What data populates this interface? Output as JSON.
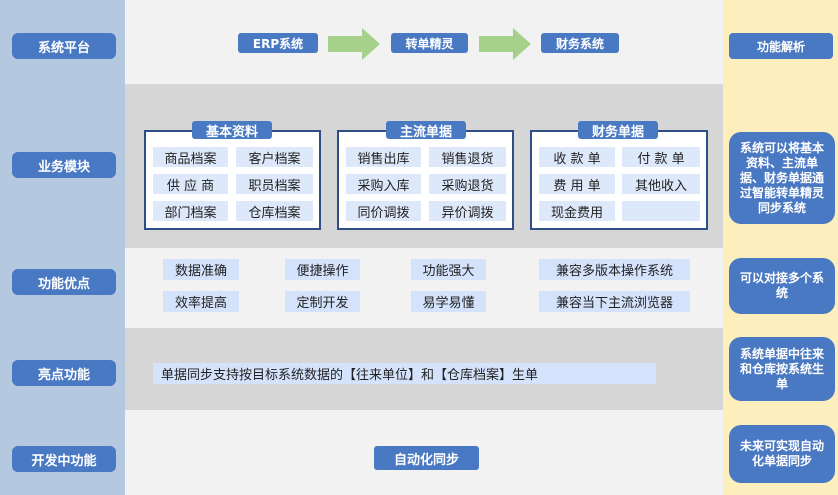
{
  "rows": {
    "platform": "系统平台",
    "module": "业务模块",
    "advantage": "功能优点",
    "highlight": "亮点功能",
    "developing": "开发中功能"
  },
  "right": {
    "header": "功能解析",
    "module_note": "系统可以将基本资料、主流单据、财务单据通过智能转单精灵同步系统",
    "advantage_note": "可以对接多个系统",
    "highlight_note": "系统单据中往来和仓库按系统生单",
    "developing_note": "未来可实现自动化单据同步"
  },
  "flow": [
    "ERP系统",
    "转单精灵",
    "财务系统"
  ],
  "boxes": [
    {
      "title": "基本资料",
      "items": [
        "商品档案",
        "客户档案",
        "供 应 商",
        "职员档案",
        "部门档案",
        "仓库档案"
      ]
    },
    {
      "title": "主流单据",
      "items": [
        "销售出库",
        "销售退货",
        "采购入库",
        "采购退货",
        "同价调拨",
        "异价调拨"
      ]
    },
    {
      "title": "财务单据",
      "items": [
        "收 款 单",
        "付 款 单",
        "费 用 单",
        "其他收入",
        "现金费用",
        ""
      ]
    }
  ],
  "advantages": [
    "数据准确",
    "便捷操作",
    "功能强大",
    "兼容多版本操作系统",
    "效率提高",
    "定制开发",
    "易学易懂",
    "兼容当下主流浏览器"
  ],
  "highlight_text": "单据同步支持按目标系统数据的【往来单位】和【仓库档案】生单",
  "developing_text": "自动化同步",
  "colors": {
    "accent": "#4a79c3",
    "arrow": "#a6d18b",
    "left_column": "#b4c8df",
    "right_column": "#fdeebd"
  }
}
